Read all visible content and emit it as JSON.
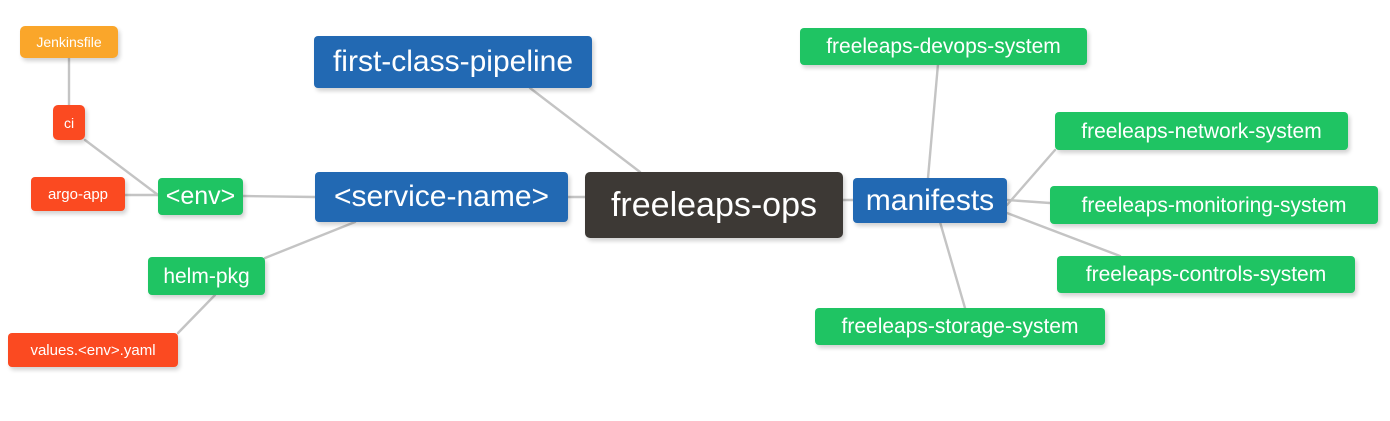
{
  "diagram": {
    "type": "mindmap",
    "title": "freeleaps-ops",
    "background_color": "#ffffff",
    "edge_color": "#c4c4c4",
    "palette": {
      "root": "#3d3935",
      "blue": "#2269b3",
      "green": "#1fc463",
      "orange": "#faa62a",
      "red": "#fb4a21",
      "text": "#ffffff"
    }
  },
  "nodes": {
    "root": {
      "label": "freeleaps-ops",
      "color": "#3d3935"
    },
    "first_class_pipeline": {
      "label": "first-class-pipeline",
      "color": "#2269b3"
    },
    "service_name": {
      "label": "<service-name>",
      "color": "#2269b3"
    },
    "manifests": {
      "label": "manifests",
      "color": "#2269b3"
    },
    "env": {
      "label": "<env>",
      "color": "#1fc463"
    },
    "helm_pkg": {
      "label": "helm-pkg",
      "color": "#1fc463"
    },
    "jenkinsfile": {
      "label": "Jenkinsfile",
      "color": "#faa62a"
    },
    "ci": {
      "label": "ci",
      "color": "#fb4a21"
    },
    "argo_app": {
      "label": "argo-app",
      "color": "#fb4a21"
    },
    "values_yaml": {
      "label": "values.<env>.yaml",
      "color": "#fb4a21"
    },
    "devops_system": {
      "label": "freeleaps-devops-system",
      "color": "#1fc463"
    },
    "network_system": {
      "label": "freeleaps-network-system",
      "color": "#1fc463"
    },
    "monitoring_system": {
      "label": "freeleaps-monitoring-system",
      "color": "#1fc463"
    },
    "controls_system": {
      "label": "freeleaps-controls-system",
      "color": "#1fc463"
    },
    "storage_system": {
      "label": "freeleaps-storage-system",
      "color": "#1fc463"
    }
  },
  "edges": [
    {
      "from": "root",
      "to": "first_class_pipeline"
    },
    {
      "from": "root",
      "to": "service_name"
    },
    {
      "from": "root",
      "to": "manifests"
    },
    {
      "from": "service_name",
      "to": "env"
    },
    {
      "from": "service_name",
      "to": "helm_pkg"
    },
    {
      "from": "env",
      "to": "ci"
    },
    {
      "from": "env",
      "to": "argo_app"
    },
    {
      "from": "ci",
      "to": "jenkinsfile"
    },
    {
      "from": "helm_pkg",
      "to": "values_yaml"
    },
    {
      "from": "manifests",
      "to": "devops_system"
    },
    {
      "from": "manifests",
      "to": "network_system"
    },
    {
      "from": "manifests",
      "to": "monitoring_system"
    },
    {
      "from": "manifests",
      "to": "controls_system"
    },
    {
      "from": "manifests",
      "to": "storage_system"
    }
  ]
}
